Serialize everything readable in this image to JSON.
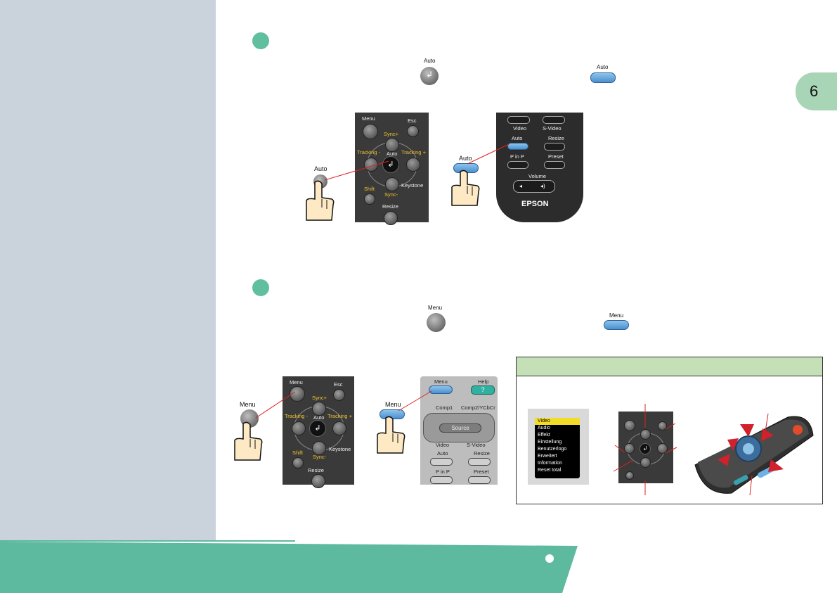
{
  "page": {
    "chapter_tab": "6"
  },
  "step1": {
    "inline_key_label": "Auto",
    "inline_remote_key_label": "Auto",
    "projector_panel": {
      "menu": "Menu",
      "esc": "Esc",
      "sync_plus": "Sync+",
      "tracking_minus": "Tracking -",
      "tracking_plus": "Tracking +",
      "auto": "Auto",
      "sync_minus": "Sync-",
      "shift": "Shift",
      "keystone": "Keystone",
      "resize": "Resize"
    },
    "hand_label": "Auto",
    "remote": {
      "video": "Video",
      "svideo": "S-Video",
      "auto": "Auto",
      "resize": "Resize",
      "pinp": "P in P",
      "preset": "Preset",
      "volume": "Volume",
      "brand": "EPSON"
    },
    "remote_hand_label": "Auto"
  },
  "step2": {
    "inline_key_label": "Menu",
    "inline_remote_key_label": "Menu",
    "hand_label": "Menu",
    "projector_panel": {
      "menu": "Menu",
      "esc": "Esc",
      "sync_plus": "Sync+",
      "tracking_minus": "Tracking -",
      "tracking_plus": "Tracking +",
      "auto": "Auto",
      "sync_minus": "Sync-",
      "shift": "Shift",
      "keystone": "Keystone",
      "resize": "Resize"
    },
    "remote_hand_label": "Menu",
    "remote": {
      "menu": "Menu",
      "help": "Help",
      "help_symbol": "?",
      "comp1": "Comp1",
      "comp2": "Comp2/YCbCr",
      "source": "Source",
      "video": "Video",
      "svideo": "S-Video",
      "auto": "Auto",
      "resize": "Resize",
      "pinp": "P in P",
      "preset": "Preset"
    }
  },
  "menu_box": {
    "menu_items": [
      "Video",
      "Audio",
      "Effekt",
      "Einstellung",
      "Benutzerlogo",
      "Erweitert",
      "Information",
      "Reset total"
    ]
  },
  "colors": {
    "sidebar": "#cad3db",
    "accent_green": "#5fbf9f",
    "tab_green": "#a9d5b7",
    "box_header": "#c5e0b6",
    "remote_key_blue": "#5a9bd8"
  }
}
